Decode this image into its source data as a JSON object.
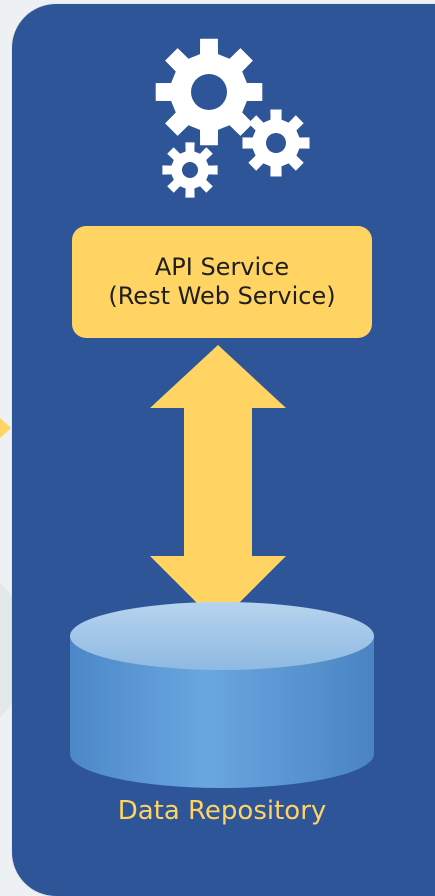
{
  "api_box": {
    "line1": "API Service",
    "line2": "(Rest Web Service)"
  },
  "repository": {
    "label": "Data Repository"
  },
  "colors": {
    "panel": "#2d5597",
    "accent": "#ffd463",
    "database": "#5a9bd5",
    "database_top": "#9cc2e5",
    "background": "#eef1f3"
  },
  "icons": {
    "gears": "gears-icon",
    "arrow": "double-arrow-icon",
    "database": "database-cylinder-icon"
  }
}
